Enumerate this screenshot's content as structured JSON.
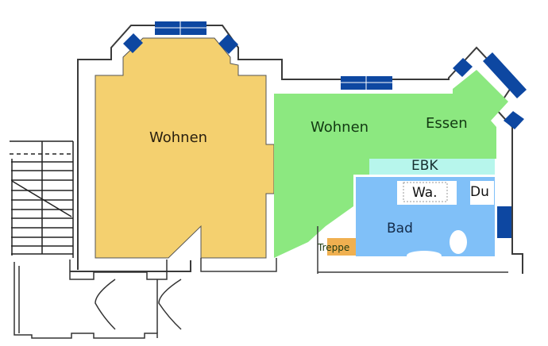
{
  "colors": {
    "wohnen_left": "#f4d06f",
    "wohnen_right": "#8ce880",
    "ebk": "#b7f6ec",
    "bad": "#80c0f8",
    "treppe": "#f0b050",
    "window": "#0d47a1",
    "wall": "#3a3a3a"
  },
  "rooms": [
    {
      "id": "wohnen-1",
      "label": "Wohnen"
    },
    {
      "id": "wohnen-2",
      "label": "Wohnen"
    },
    {
      "id": "essen",
      "label": "Essen"
    },
    {
      "id": "ebk",
      "label": "EBK"
    },
    {
      "id": "wa",
      "label": "Wa."
    },
    {
      "id": "du",
      "label": "Du"
    },
    {
      "id": "bad",
      "label": "Bad"
    },
    {
      "id": "treppe",
      "label": "Treppe"
    }
  ]
}
